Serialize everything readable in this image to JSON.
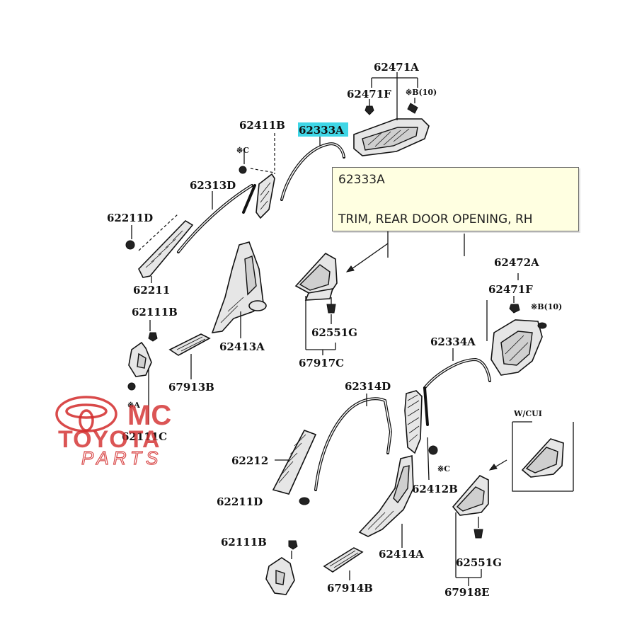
{
  "labels": {
    "p62471A": "62471A",
    "p62471F_top": "62471F",
    "noteB10_top": "※B(10)",
    "p62411B": "62411B",
    "p62333A": "62333A",
    "noteC_top": "※C",
    "p62313D": "62313D",
    "p62211D_top": "62211D",
    "p62211": "62211",
    "p62111B_top": "62111B",
    "p62413A": "62413A",
    "p62551G_top": "62551G",
    "p67917C": "67917C",
    "p67913B": "67913B",
    "p62472A": "62472A",
    "p62471F_right": "62471F",
    "noteB10_right": "※B(10)",
    "p62334A": "62334A",
    "p62314D": "62314D",
    "noteA": "※A",
    "p62111C": "62111C",
    "p62212": "62212",
    "p62211D_bottom": "62211D",
    "noteC_mid": "※C",
    "p62412B": "62412B",
    "noteWCUI": "W/CUI",
    "p62111B_bottom": "62111B",
    "p62414A": "62414A",
    "p62551G_bottom": "62551G",
    "p67914B": "67914B",
    "p67918E": "67918E"
  },
  "tooltip": {
    "code": "62333A",
    "description": "TRIM, REAR DOOR OPENING, RH"
  },
  "watermark": {
    "line1": "MC",
    "line2": "TOYOTA",
    "line3": "PARTS"
  },
  "colors": {
    "highlight": "#3fd6e6",
    "tooltip_bg": "#ffffe1",
    "watermark": "#d22a2a"
  }
}
